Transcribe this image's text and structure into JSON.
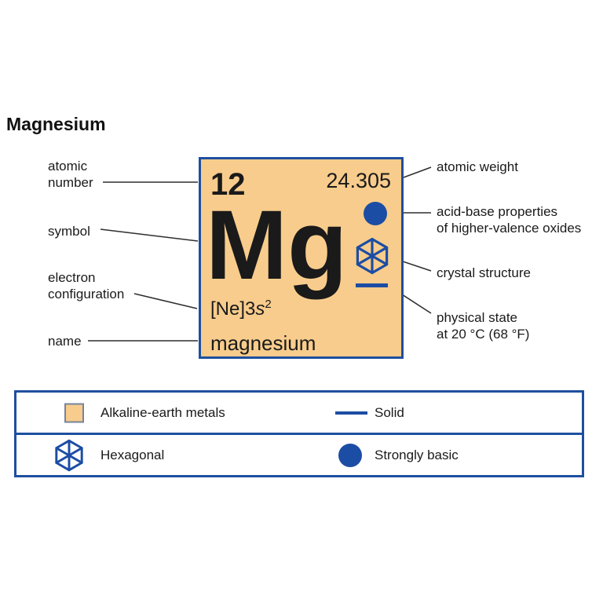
{
  "page": {
    "title": "Magnesium"
  },
  "element_card": {
    "atomic_number": "12",
    "atomic_weight": "24.305",
    "symbol": "Mg",
    "electron_configuration": {
      "prefix": "[Ne]3",
      "orbital": "s",
      "superscript": "2"
    },
    "name": "magnesium"
  },
  "callouts": {
    "left": [
      {
        "id": "atomic-number",
        "label": "atomic\nnumber"
      },
      {
        "id": "symbol",
        "label": "symbol"
      },
      {
        "id": "electron-configuration",
        "label": "electron\nconfiguration"
      },
      {
        "id": "name",
        "label": "name"
      }
    ],
    "right": [
      {
        "id": "atomic-weight",
        "label": "atomic weight"
      },
      {
        "id": "acid-base",
        "label": "acid-base properties\nof higher-valence oxides"
      },
      {
        "id": "crystal-structure",
        "label": "crystal structure"
      },
      {
        "id": "physical-state",
        "label": "physical state\nat 20 °C (68 °F)"
      }
    ]
  },
  "legend": {
    "rows": [
      {
        "left": {
          "icon": "alkaline-earth-swatch",
          "label": "Alkaline-earth metals"
        },
        "right": {
          "icon": "solid-line",
          "label": "Solid"
        }
      },
      {
        "left": {
          "icon": "hexagonal-crystal-icon",
          "label": "Hexagonal"
        },
        "right": {
          "icon": "strongly-basic-dot",
          "label": "Strongly basic"
        }
      }
    ]
  },
  "colors": {
    "element_fill": "#F8CC8C",
    "frame_blue": "#1E4F9F",
    "icon_blue": "#1C4DA4",
    "text": "#1A1A1A"
  }
}
